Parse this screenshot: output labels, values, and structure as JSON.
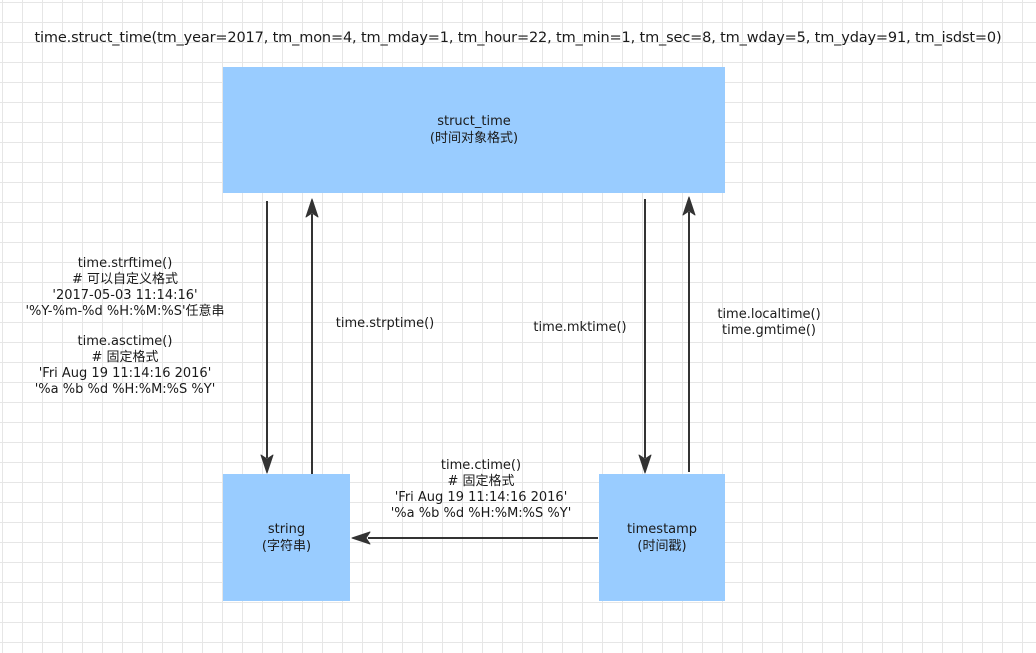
{
  "header": {
    "struct_time_repr": "time.struct_time(tm_year=2017, tm_mon=4, tm_mday=1, tm_hour=22, tm_min=1, tm_sec=8, tm_wday=5, tm_yday=91, tm_isdst=0)"
  },
  "nodes": {
    "struct_time": {
      "title": "struct_time",
      "subtitle": "(时间对象格式)"
    },
    "string": {
      "title": "string",
      "subtitle": "(字符串)"
    },
    "timestamp": {
      "title": "timestamp",
      "subtitle": "(时间戳)"
    }
  },
  "edges": {
    "strftime": {
      "lines": [
        "time.strftime()",
        "# 可以自定义格式",
        "'2017-05-03 11:14:16'",
        "'%Y-%m-%d %H:%M:%S'任意串"
      ],
      "asctime_lines": [
        "time.asctime()",
        "# 固定格式",
        "'Fri Aug 19 11:14:16 2016'",
        "'%a %b %d %H:%M:%S %Y'"
      ]
    },
    "strptime": {
      "label": "time.strptime()"
    },
    "mktime": {
      "label": "time.mktime()"
    },
    "localtime": {
      "lines": [
        "time.localtime()",
        "time.gmtime()"
      ]
    },
    "ctime": {
      "lines": [
        "time.ctime()",
        "# 固定格式",
        "'Fri Aug 19 11:14:16 2016'",
        "'%a %b %d %H:%M:%S %Y'"
      ]
    }
  },
  "colors": {
    "node_fill": "#99ccff",
    "arrow": "#333333",
    "grid": "#e6e6e6"
  }
}
